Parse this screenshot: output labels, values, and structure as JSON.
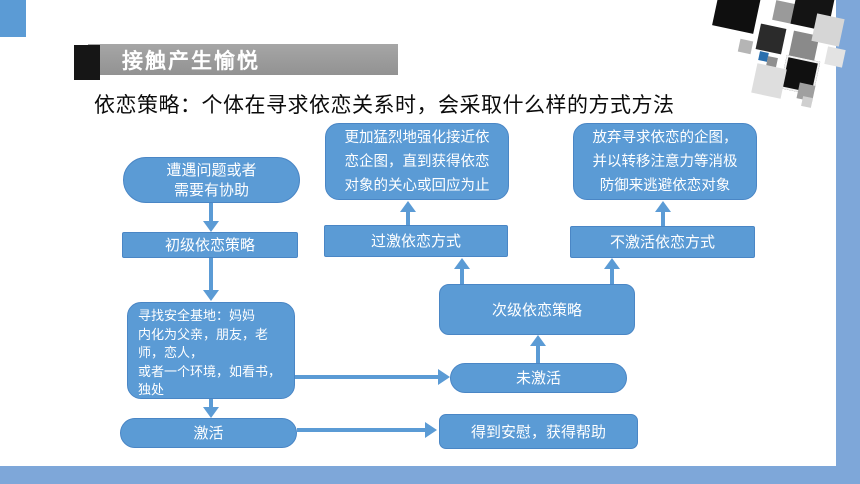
{
  "header": {
    "title": "接触产生愉悦"
  },
  "subtitle": "依恋策略：个体在寻求依恋关系时，会采取什么样的方式方法",
  "diagram": {
    "nodes": {
      "encounter": "遭遇问题或者\n需要有协助",
      "primary": "初级依恋策略",
      "seek_base": "寻找安全基地：妈妈\n内化为父亲，朋友，老\n师，恋人，\n或者一个环境，如看书，\n独处",
      "activate": "激活",
      "hyper": "过激依恋方式",
      "intensify": "更加猛烈地强化接近依\n恋企图，直到获得依恋\n对象的关心或回应为止",
      "secondary": "次级依恋策略",
      "not_activated": "未激活",
      "comfort": "得到安慰，获得帮助",
      "deactivate": "不激活依恋方式",
      "abandon": "放弃寻求依恋的企图，\n并以转移注意力等消极\n防御来逃避依恋对象"
    }
  },
  "colors": {
    "node_fill": "#5B9BD5",
    "node_border": "#4A86C5",
    "arrow": "#5B9BD5",
    "title_bar_gray": "#9B9B9B",
    "title_text": "#FFFFFF",
    "title_block_black": "#161616",
    "accent_bar_blue": "#7EA7D9",
    "corner_square_blue": "#5B9BD5"
  }
}
